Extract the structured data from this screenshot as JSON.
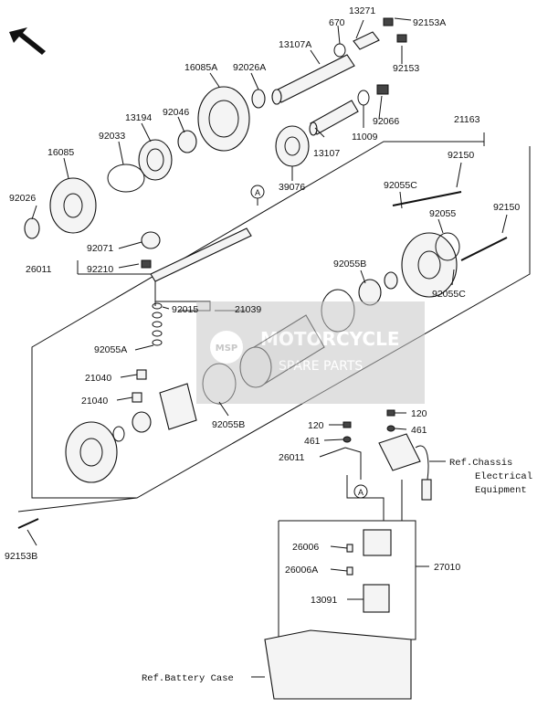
{
  "labels": {
    "p13271": "13271",
    "p670": "670",
    "p92153A": "92153A",
    "p13107A": "13107A",
    "p92153": "92153",
    "p16085A": "16085A",
    "p92026A": "92026A",
    "p13194": "13194",
    "p92046": "92046",
    "p92066": "92066",
    "p92033": "92033",
    "p11009": "11009",
    "p21163": "21163",
    "p16085": "16085",
    "p13107": "13107",
    "p39076": "39076",
    "p92026": "92026",
    "p92150a": "92150",
    "p92055C_top": "92055C",
    "p92055": "92055",
    "p92150b": "92150",
    "p92071": "92071",
    "p26011a": "26011",
    "p92210": "92210",
    "p92055B_top": "92055B",
    "p92055C_bot": "92055C",
    "p92015": "92015",
    "p21039": "21039",
    "p92055A": "92055A",
    "p21040a": "21040",
    "p21040b": "21040",
    "p92055B_bot": "92055B",
    "p120a": "120",
    "p120b": "120",
    "p461a": "461",
    "p461b": "461",
    "p26011b": "26011",
    "p92153B": "92153B",
    "p26006": "26006",
    "p26006A": "26006A",
    "p27010": "27010",
    "p13091": "13091",
    "callout_a1": "A",
    "callout_a2": "A"
  },
  "references": {
    "chassis_line1": "Ref.Chassis",
    "chassis_line2": "Electrical",
    "chassis_line3": "Equipment",
    "battery_case": "Ref.Battery Case"
  },
  "watermark": {
    "badge": "MSP",
    "line1": "MOTORCYCLE",
    "line2": "SPARE PARTS"
  },
  "colors": {
    "ink": "#111111",
    "watermark_box": "#c8c8c8"
  },
  "icons": {
    "direction": "front-arrow-icon"
  }
}
